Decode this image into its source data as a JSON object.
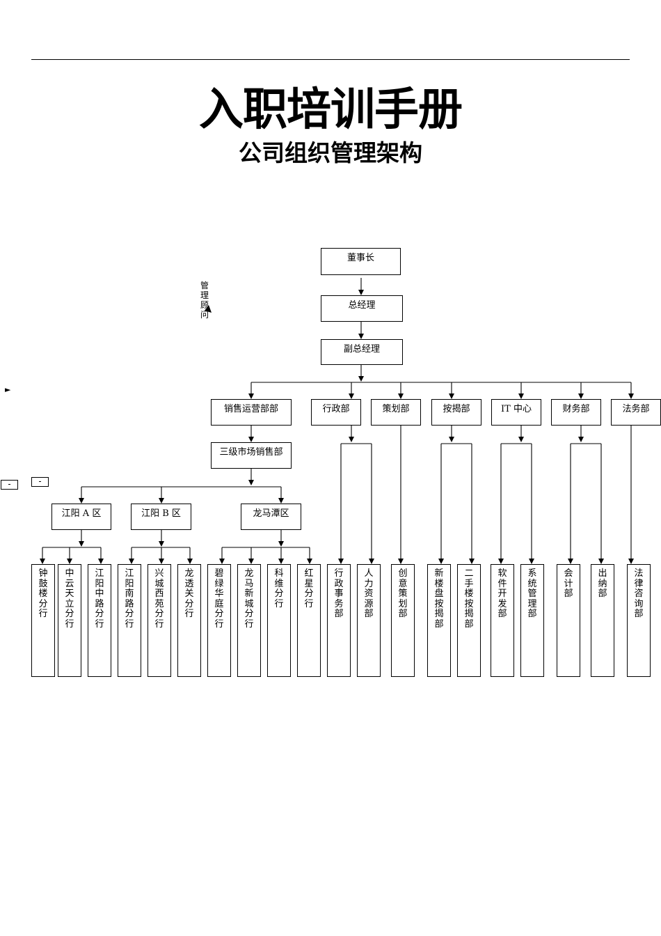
{
  "header": {
    "title": "入职培训手册",
    "subtitle": "公司组织管理架构"
  },
  "advisor": "管理顾问",
  "org": {
    "chairman": "董事长",
    "gm": "总经理",
    "vgm": "副总经理",
    "departments": {
      "sales": "销售运营部部",
      "admin": "行政部",
      "planning": "策划部",
      "mortgage": "按揭部",
      "it": "IT 中心",
      "finance": "财务部",
      "legal": "法务部"
    },
    "market": "三级市场销售部",
    "regions": {
      "a": "江阳 A 区",
      "b": "江阳 B 区",
      "lmt": "龙马潭区"
    },
    "units": {
      "zhonggulou": "钟鼓楼分行",
      "zhongyuntianli": "中云天立分行",
      "jiangyangzhonglu": "江阳中路分行",
      "jiangyangnanlu": "江阳南路分行",
      "xingchengxiyuan": "兴城西苑分行",
      "longtouguan": "龙透关分行",
      "bilvhuating": "碧绿华庭分行",
      "longmaxincheng": "龙马新城分行",
      "keweifenhang": "科维分行",
      "hongxing": "红星分行",
      "xingzhengshiwu": "行政事务部",
      "renliziyuan": "人力资源部",
      "chuangyicehua": "创意策划部",
      "xinloupananjie": "新楼盘按揭部",
      "ershoulouanjie": "二手楼按揭部",
      "ruanjiankaifa": "软件开发部",
      "xitongguanli": "系统管理部",
      "kuaiji": "会计部",
      "chuna": "出纳部",
      "falvzixun": "法律咨询部"
    }
  }
}
